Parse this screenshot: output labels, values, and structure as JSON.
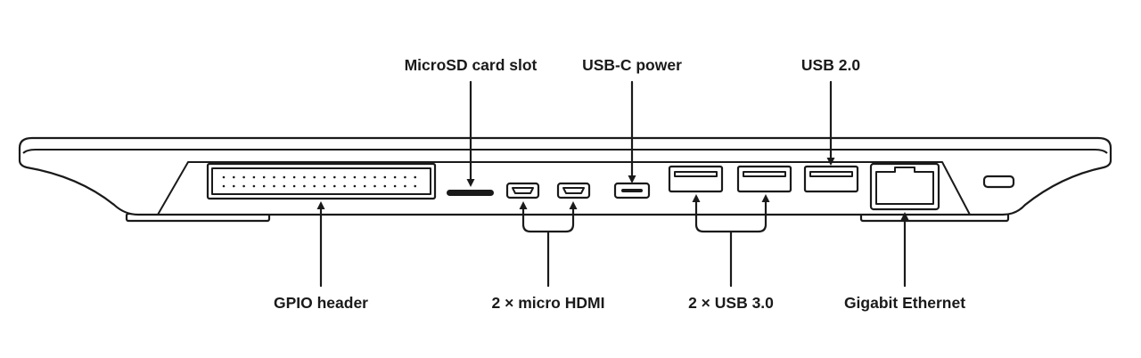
{
  "labels": {
    "microsd": "MicroSD card slot",
    "usbc": "USB-C power",
    "usb2": "USB 2.0",
    "gpio": "GPIO header",
    "hdmi": "2 × micro HDMI",
    "usb3": "2 × USB 3.0",
    "ethernet": "Gigabit Ethernet"
  },
  "colors": {
    "ink": "#1a1a1a",
    "background": "#ffffff"
  }
}
